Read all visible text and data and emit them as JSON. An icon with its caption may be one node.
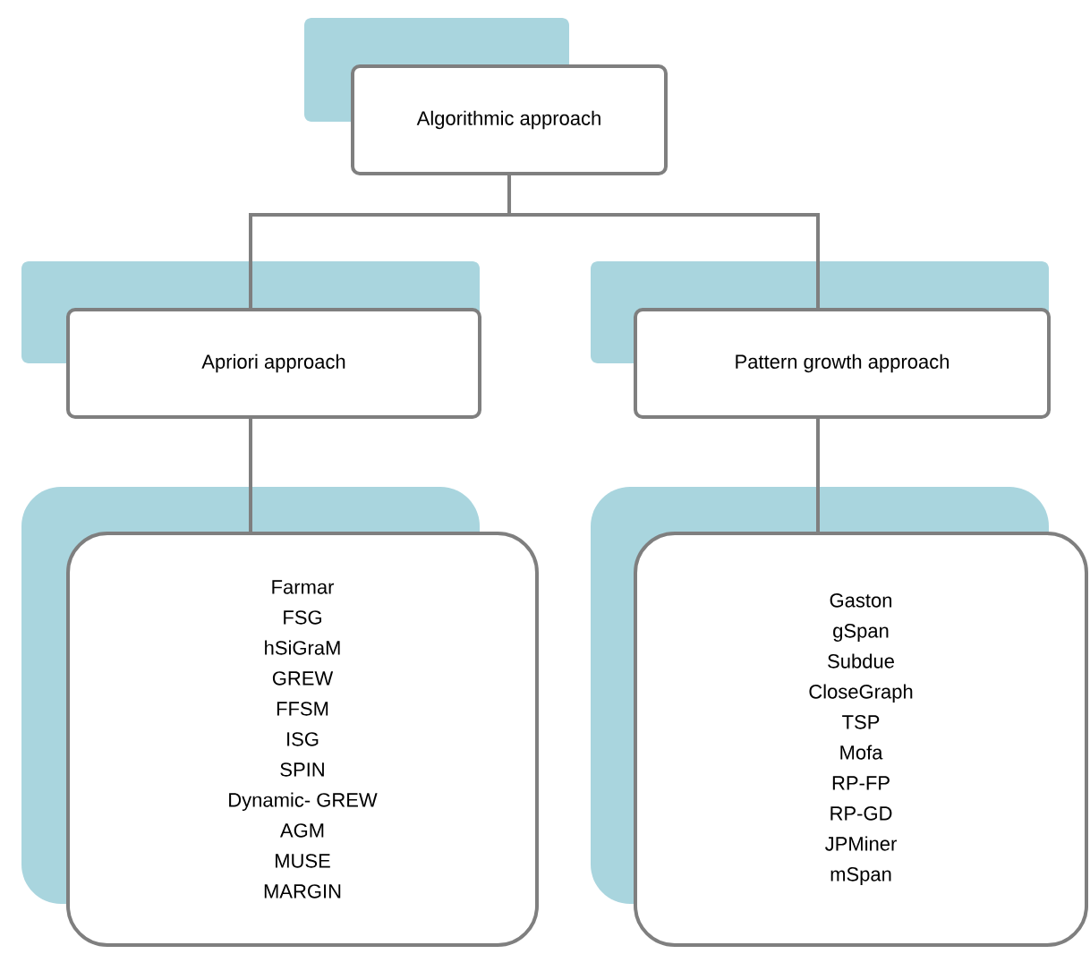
{
  "diagram": {
    "nodes": [
      {
        "text": [
          "Algorithmic approach"
        ]
      },
      {
        "text": [
          "Apriori approach"
        ]
      },
      {
        "text": [
          "Pattern growth approach"
        ]
      },
      {
        "text": [
          "Farmar",
          "FSG",
          "hSiGraM",
          "GREW",
          "FFSM",
          "ISG",
          "SPIN",
          "Dynamic- GREW",
          "AGM",
          "MUSE",
          "MARGIN"
        ]
      },
      {
        "text": [
          "Gaston",
          "gSpan",
          "Subdue",
          "CloseGraph",
          "TSP",
          "Mofa",
          "RP-FP",
          "RP-GD",
          "JPMiner",
          "mSpan"
        ]
      }
    ],
    "edges": [
      {
        "from": 0,
        "to": 1,
        "arrow": "none"
      },
      {
        "from": 0,
        "to": 2,
        "arrow": "none"
      },
      {
        "from": 1,
        "to": 3,
        "arrow": "none"
      },
      {
        "from": 2,
        "to": 4,
        "arrow": "none"
      }
    ]
  }
}
